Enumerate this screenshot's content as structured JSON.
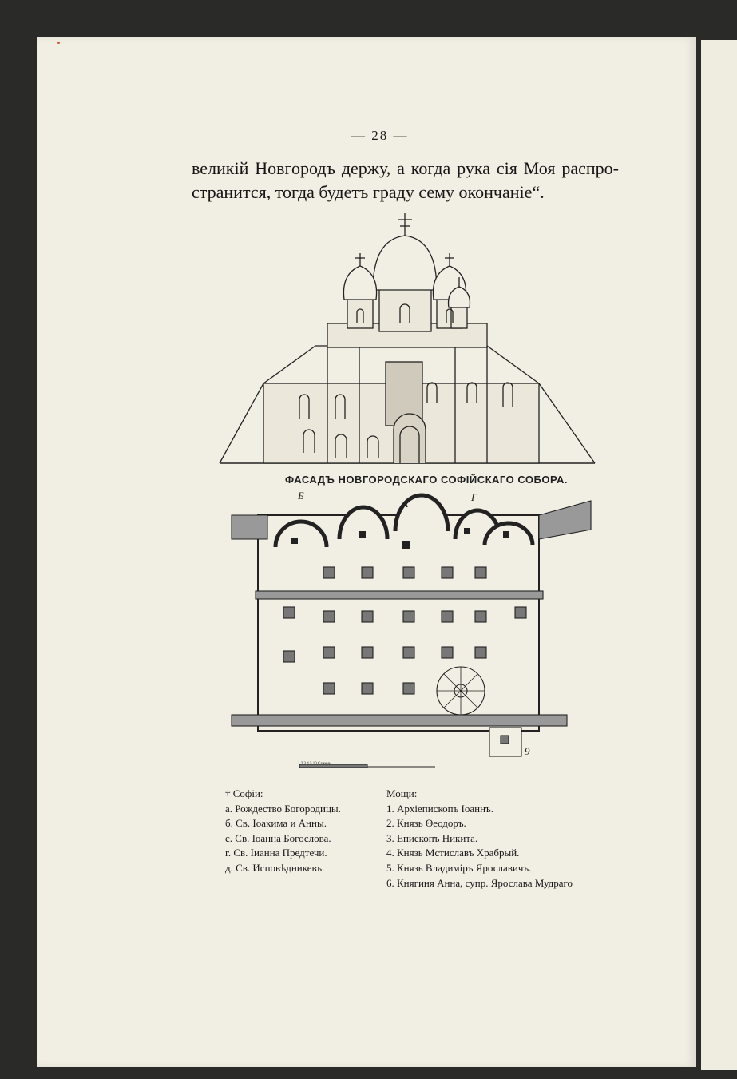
{
  "page_number": "— 28 —",
  "text_lines": [
    "великій Новгородъ держу, а когда рука сія Моя распро-",
    "странится, тогда будетъ граду сему окончаніе“."
  ],
  "figure": {
    "caption": "ФАСАДЪ НОВГОРОДСКАГО СОФІЙСКАГО СОБОРА.",
    "plan_labels": [
      "Б",
      "Г",
      "А",
      "9"
    ],
    "scale_label": "1    2    3    4    5        10 Сажень"
  },
  "legend": {
    "left_title": "† Софіи:",
    "left_items": [
      "а. Рождество Богородицы.",
      "б. Св. Іоакима и Анны.",
      "с. Св. Іоанна Богослова.",
      "г. Св. Іианна Предтечи.",
      "д. Св. Исповѣдникевъ."
    ],
    "right_title": "Мощи:",
    "right_items": [
      "1. Архіепископъ Іоаннъ.",
      "2. Князь Θеодоръ.",
      "3. Епископъ Никита.",
      "4. Князь Мстиславъ Храбрый.",
      "5. Князь Владиміръ Ярославичъ.",
      "6. Княгиня Анна, супр. Ярослава Мудраго"
    ]
  }
}
